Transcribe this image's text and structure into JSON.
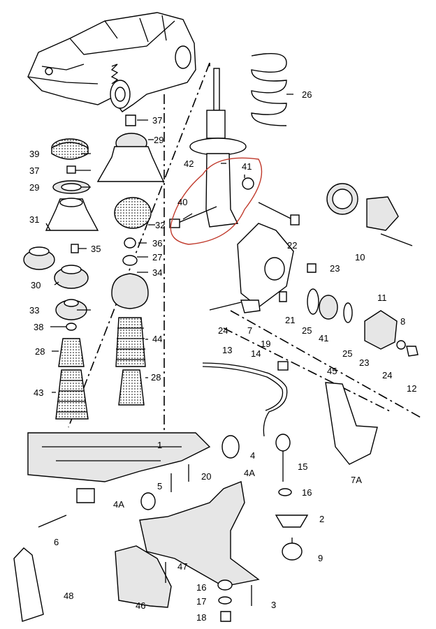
{
  "colors": {
    "ink": "#000000",
    "paper": "#ffffff",
    "highlight": "#c0392b",
    "fill_gray": "#e6e6e6"
  },
  "labels": {
    "p37a": "37",
    "p29a": "29",
    "p39": "39",
    "p37b": "37",
    "p29b": "29",
    "p26": "26",
    "p42": "42",
    "p41a": "41",
    "p40": "40",
    "p31": "31",
    "p32": "32",
    "p35": "35",
    "p36": "36",
    "p27": "27",
    "p30": "30",
    "p34": "34",
    "p33": "33",
    "p38": "38",
    "p44": "44",
    "p28a": "28",
    "p28b": "28",
    "p43": "43",
    "p10": "10",
    "p22": "22",
    "p23a": "23",
    "p24a": "24",
    "p7": "7",
    "p21": "21",
    "p25a": "25",
    "p41b": "41",
    "p25b": "25",
    "p11": "11",
    "p8": "8",
    "p23b": "23",
    "p24b": "24",
    "p12": "12",
    "p13": "13",
    "p19": "19",
    "p14": "14",
    "p45": "45",
    "p1": "1",
    "p4": "4",
    "p4A1": "4A",
    "p15": "15",
    "p20": "20",
    "p5": "5",
    "p7A": "7A",
    "p4A2": "4A",
    "p16a": "16",
    "p6": "6",
    "p2": "2",
    "p47": "47",
    "p9": "9",
    "p48": "48",
    "p46": "46",
    "p16b": "16",
    "p17": "17",
    "p3": "3",
    "p18": "18"
  }
}
